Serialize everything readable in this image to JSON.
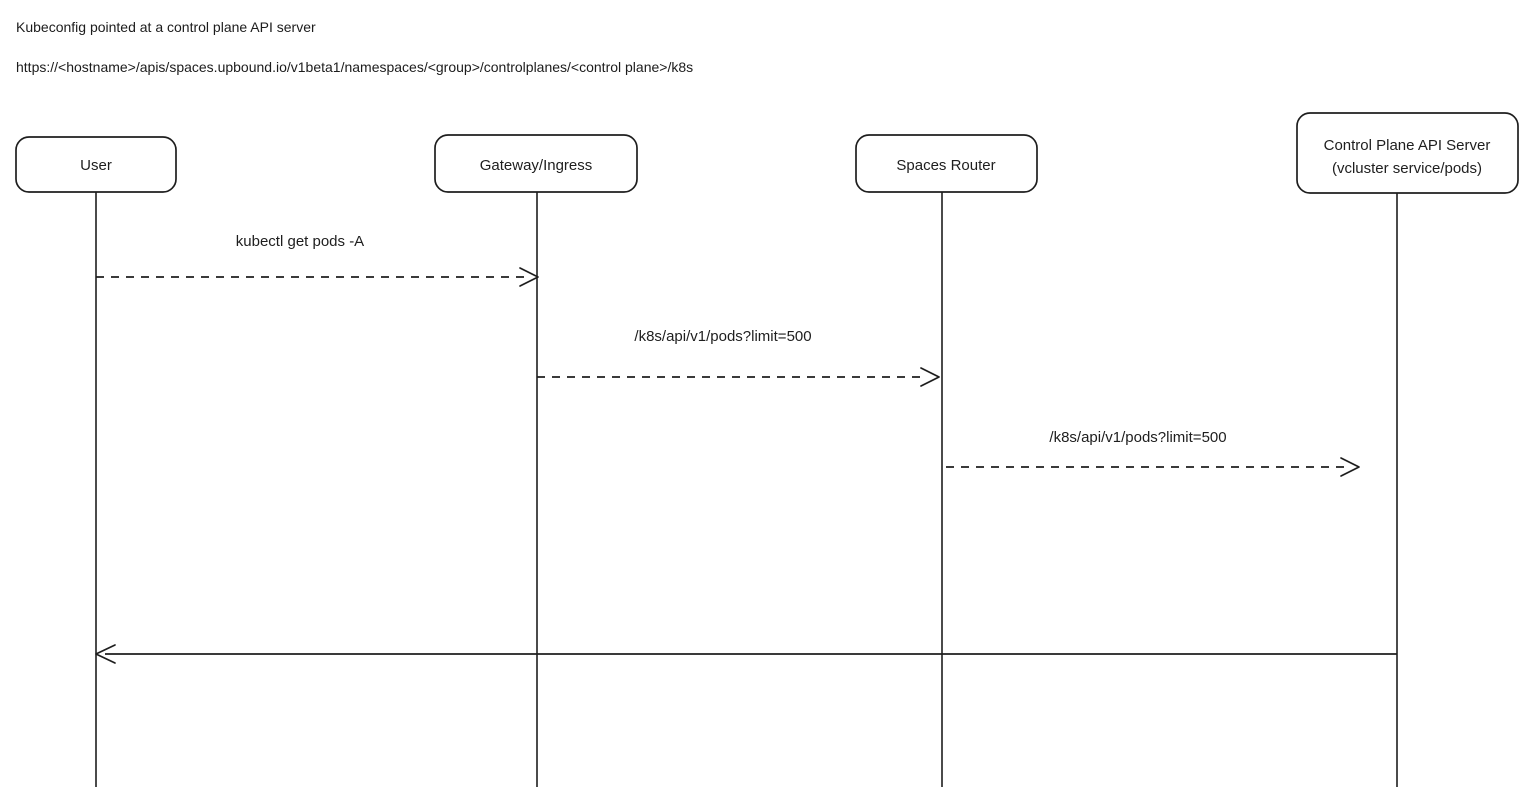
{
  "header": {
    "title": "Kubeconfig pointed at a control plane API server",
    "url": "https://<hostname>/apis/spaces.upbound.io/v1beta1/namespaces/<group>/controlplanes/<control plane>/k8s"
  },
  "diagram": {
    "type": "sequence-diagram",
    "style": "hand-drawn",
    "colors": {
      "stroke": "#1e1e1e",
      "background": "#ffffff"
    },
    "actors": [
      {
        "id": "user",
        "label": "User"
      },
      {
        "id": "gateway",
        "label": "Gateway/Ingress"
      },
      {
        "id": "spaces_router",
        "label": "Spaces Router"
      },
      {
        "id": "control_plane",
        "label": "Control Plane API Server",
        "sublabel": "(vcluster service/pods)"
      }
    ],
    "messages": [
      {
        "from": "user",
        "to": "gateway",
        "label": "kubectl get pods -A",
        "line": "dashed",
        "direction": "right"
      },
      {
        "from": "gateway",
        "to": "spaces_router",
        "label": "/k8s/api/v1/pods?limit=500",
        "line": "dashed",
        "direction": "right"
      },
      {
        "from": "spaces_router",
        "to": "control_plane",
        "label": "/k8s/api/v1/pods?limit=500",
        "line": "dashed",
        "direction": "right"
      },
      {
        "from": "control_plane",
        "to": "user",
        "label": "",
        "line": "solid",
        "direction": "left"
      }
    ]
  }
}
